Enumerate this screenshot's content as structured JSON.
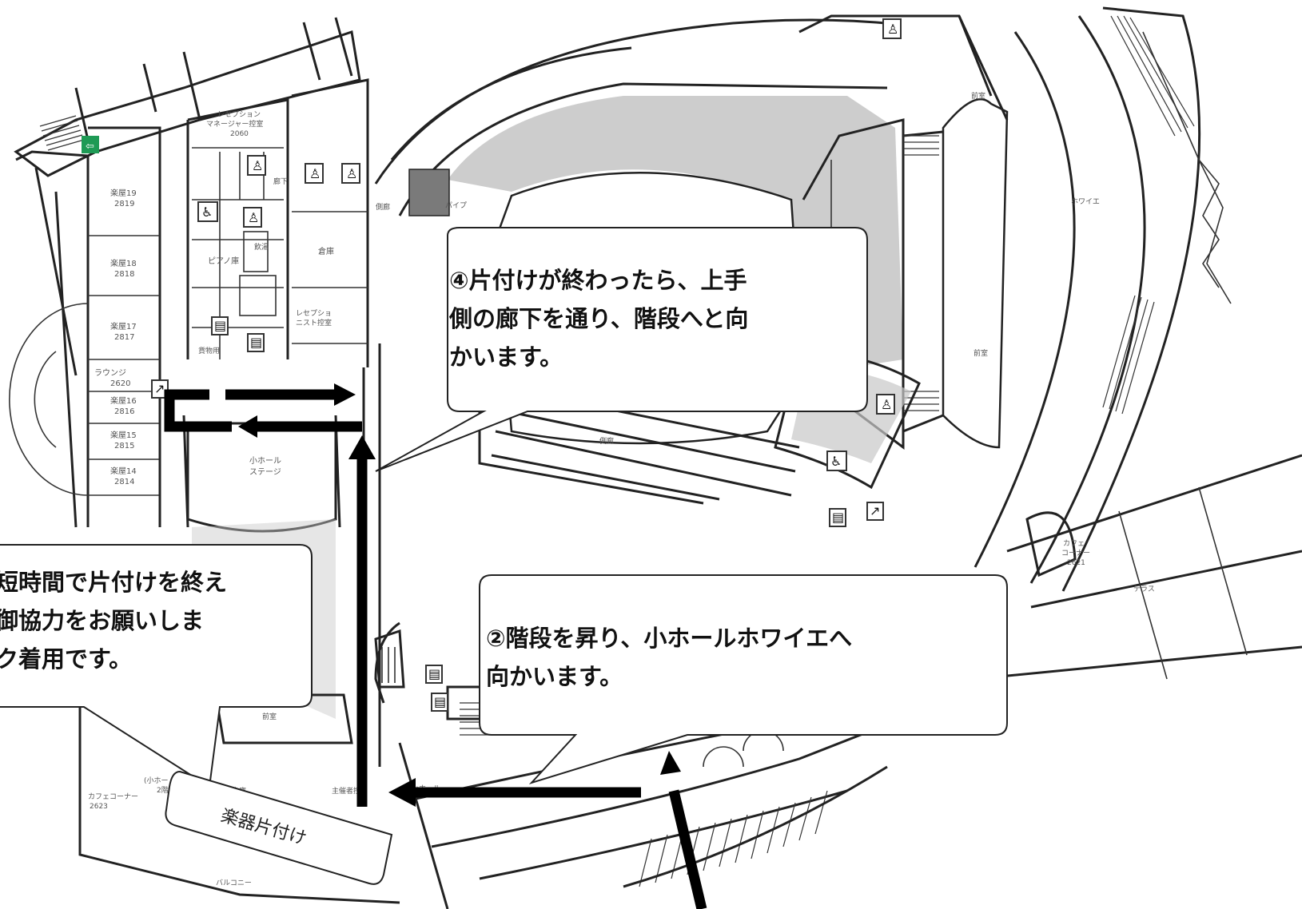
{
  "callouts": {
    "step4": {
      "line1": "④片付けが終わったら、上手",
      "line2": "側の廊下を通り、階段へと向",
      "line3": "かいます。"
    },
    "step2": {
      "line1": "②階段を昇り、小ホールホワイエへ",
      "line2": "向かいます。"
    },
    "step3_partial": {
      "line1": "短時間で片付けを終え",
      "line2": "御協力をお願いしま",
      "line3": "ク着用です。"
    },
    "tag": "楽器片付け"
  },
  "rooms": {
    "dressing19": [
      "楽屋19",
      "2819"
    ],
    "dressing18": [
      "楽屋18",
      "2818"
    ],
    "dressing17": [
      "楽屋17",
      "2817"
    ],
    "lounge": [
      "ラウンジ",
      "2620"
    ],
    "dressing16": [
      "楽屋16",
      "2816"
    ],
    "dressing15": [
      "楽屋15",
      "2815"
    ],
    "dressing14": [
      "楽屋14",
      "2814"
    ],
    "reception_manager": [
      "レセプション",
      "マネージャー控室",
      "2060"
    ],
    "piano_storage": "ピアノ庫",
    "corridor_v": "廊下",
    "storage": "倉庫",
    "receptionist": [
      "レセプショ",
      "ニスト控室"
    ],
    "freight": "貨物用",
    "small_hall_stage": [
      "小ホール",
      "ステージ"
    ],
    "side_corridor": "側廊",
    "front_room_top": "前室",
    "front_room_mid": "前室",
    "front_room_bottom": "前室",
    "foyer_vertical": "ホワイエ",
    "cafe_right": [
      "カフェ",
      "コーナー",
      "2621"
    ],
    "terrace": "テラス",
    "cafe_left": [
      "カフェコーナー",
      "2623"
    ],
    "small_hall_2f": [
      "(小ホー",
      "2階"
    ],
    "storehouse": "倉庫",
    "organizer_room": "主催者控室",
    "small_hall_foyer": "小ホール",
    "balcony": "バルコニー",
    "pipe_organ_partial": "パイプ",
    "drinking": "飲湯",
    "corridor_label": "側廊",
    "stock": "倉庫"
  },
  "icons": {
    "restroom": "restroom-icon",
    "accessible": "wheelchair-icon",
    "elevator": "elevator-icon",
    "stairs_person": "stairs-person-icon",
    "exit": "emergency-exit-icon"
  },
  "colors": {
    "arrow": "#000000",
    "exit_sign": "#1e9a55",
    "shaded_area": "#c8c8c8"
  }
}
